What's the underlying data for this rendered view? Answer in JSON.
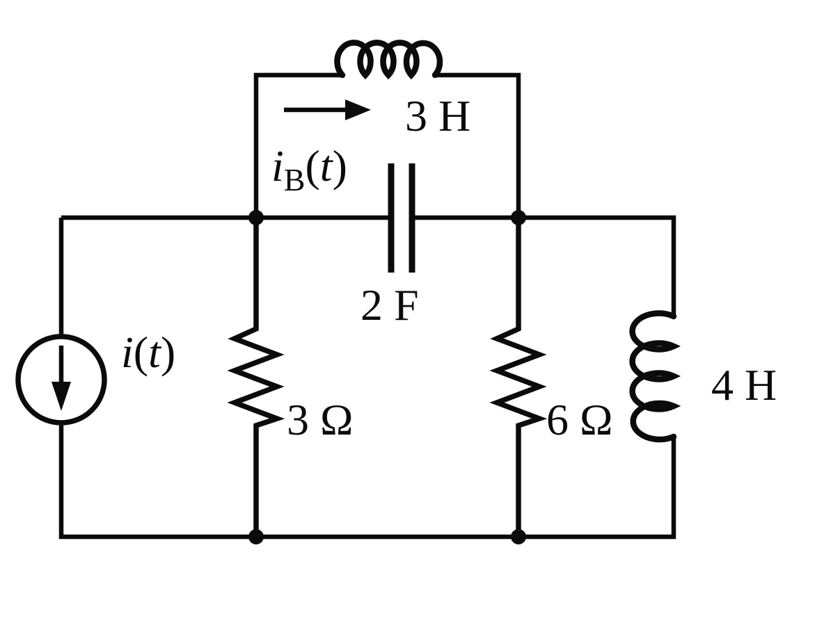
{
  "title": "Parallel RLC circuit diagram with current source",
  "colors": {
    "background": "#ffffff",
    "ink": "#0b0b0b"
  },
  "labels": {
    "source_current": {
      "i": "i",
      "lp": "(",
      "t": "t",
      "rp": ")"
    },
    "inductor_current": {
      "i": "i",
      "sub": "B",
      "lp": "(",
      "t": "t",
      "rp": ")"
    },
    "top_inductor_value": "3 H",
    "capacitor_value": "2 F",
    "left_resistor_value": "3 Ω",
    "right_resistor_value": "6 Ω",
    "right_inductor_value": "4 H"
  },
  "components": [
    {
      "id": "current-source",
      "type": "independent-current-source",
      "value": "i(t)",
      "orientation": "vertical",
      "arrow_direction": "down",
      "position": "left branch"
    },
    {
      "id": "top-inductor",
      "type": "inductor",
      "value": "3 H",
      "current_label": "iB(t)",
      "current_arrow_direction": "right",
      "position": "top branch between node A and node B"
    },
    {
      "id": "capacitor",
      "type": "capacitor",
      "value": "2 F",
      "position": "middle branch between node A and node B"
    },
    {
      "id": "left-resistor",
      "type": "resistor",
      "value": "3 Ω",
      "position": "vertical branch at node A"
    },
    {
      "id": "right-resistor",
      "type": "resistor",
      "value": "6 Ω",
      "position": "vertical branch at node B"
    },
    {
      "id": "right-inductor",
      "type": "inductor",
      "value": "4 H",
      "position": "rightmost vertical branch"
    }
  ],
  "nodes": [
    {
      "id": "node-A",
      "junction_dots": 2
    },
    {
      "id": "node-B",
      "junction_dots": 2
    }
  ]
}
